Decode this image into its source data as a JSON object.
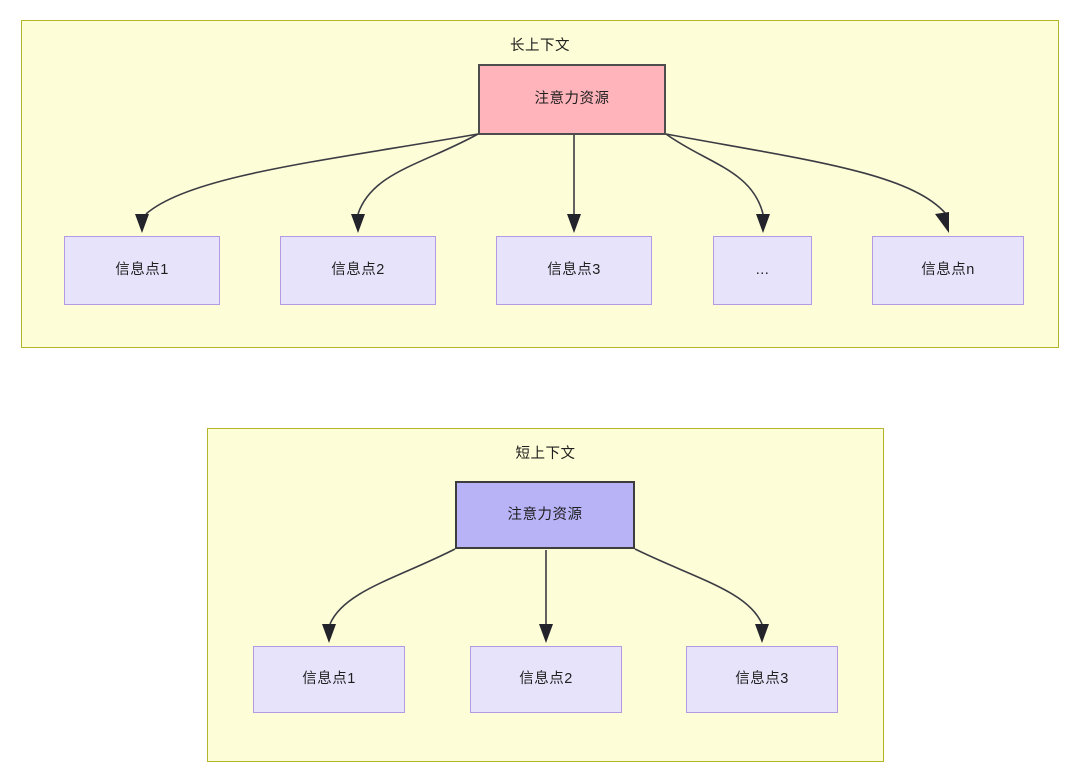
{
  "diagram": {
    "title_long": "长上下文",
    "title_short": "短上下文",
    "colors": {
      "group_fill": "#fdfdd7",
      "group_border": "#b5b52c",
      "attention_long_fill": "#ffb3ba",
      "attention_long_border": "#4d4d4d",
      "attention_short_fill": "#b8b2f7",
      "attention_short_border": "#3d3d3d",
      "info_fill": "#e6e3fb",
      "info_border": "#b49ae0",
      "edge_stroke": "#3b3b44",
      "text": "#1f1f1f"
    },
    "long_context": {
      "group_label": "长上下文",
      "root": {
        "label": "注意力资源"
      },
      "children": [
        {
          "label": "信息点1"
        },
        {
          "label": "信息点2"
        },
        {
          "label": "信息点3"
        },
        {
          "label": "..."
        },
        {
          "label": "信息点n"
        }
      ]
    },
    "short_context": {
      "group_label": "短上下文",
      "root": {
        "label": "注意力资源"
      },
      "children": [
        {
          "label": "信息点1"
        },
        {
          "label": "信息点2"
        },
        {
          "label": "信息点3"
        }
      ]
    }
  }
}
